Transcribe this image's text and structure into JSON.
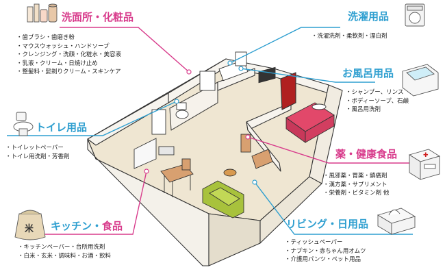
{
  "colors": {
    "pink": "#d83c8c",
    "blue": "#2f9fd0",
    "floor": "#efe6d2",
    "wall": "#f4f1ea",
    "line": "#333333"
  },
  "categories": {
    "senmen": {
      "title": "洗面所・化粧品",
      "icon": "toiletries-icon",
      "items": [
        "歯ブラシ・歯磨き粉",
        "マウスウォッシュ・ハンドソープ",
        "クレンジング・洗顔・化粧水・美容液",
        "乳液・クリーム・日焼け止め",
        "整髪料・髭剃りクリーム・スキンケア"
      ]
    },
    "sentaku": {
      "title": "洗濯用品",
      "icon": "washing-machine-icon",
      "items": [
        "洗濯洗剤・柔軟剤・漂白剤"
      ]
    },
    "ofuro": {
      "title": "お風呂用品",
      "icon": "bathtub-icon",
      "items": [
        "シャンプー、リンス",
        "ボディーソープ、石鹸",
        "風呂用洗剤"
      ]
    },
    "toilet": {
      "title": "トイレ用品",
      "icon": "toilet-icon",
      "items": [
        "トイレットペーパー",
        "トイレ用洗剤・芳香剤"
      ]
    },
    "kusuri": {
      "title": "薬・健康食品",
      "icon": "medicine-box-icon",
      "items": [
        "風邪薬・胃薬・鎮痛剤",
        "漢方薬・サプリメント",
        "栄養剤・ビタミン剤 他"
      ]
    },
    "kitchen": {
      "title_a": "キッチン",
      "title_sep": "・",
      "title_b": "食品",
      "icon": "rice-bag-icon",
      "rice_label": "米",
      "items": [
        "キッチンペーパー・台所用洗剤",
        "白米・玄米・調味料・お酒・飲料"
      ]
    },
    "living": {
      "title": "リビング・日用品",
      "icon": "tissue-box-icon",
      "items": [
        "ティッシュペーパー",
        "ナプキン・赤ちゃん用オムツ",
        "介護用パンツ・ペット用品"
      ]
    }
  }
}
